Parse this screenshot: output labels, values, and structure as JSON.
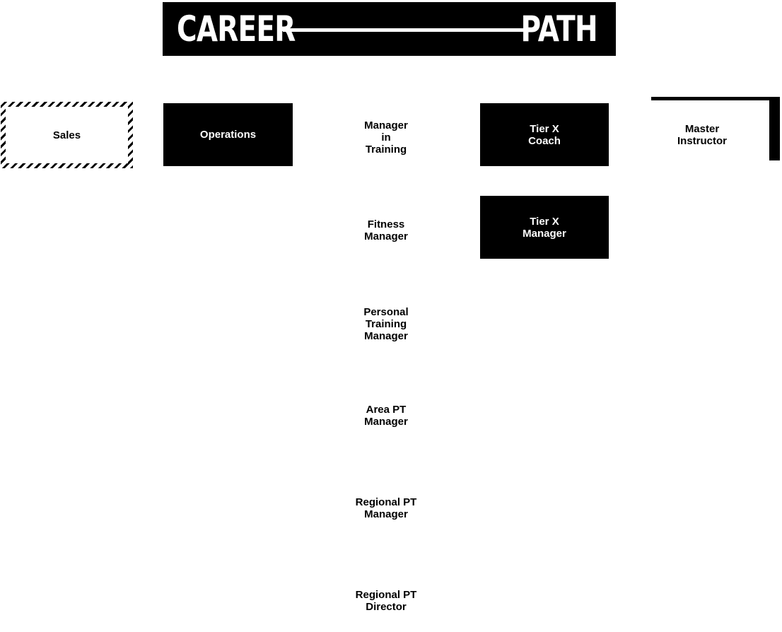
{
  "banner": {
    "left_word": "CAREER",
    "right_word": "PATH"
  },
  "nodes": {
    "sales": "Sales",
    "operations": "Operations",
    "manager_in_training": "Manager\nin\nTraining",
    "fitness_manager": "Fitness\nManager",
    "personal_training_manager": "Personal\nTraining\nManager",
    "area_pt_manager": "Area PT\nManager",
    "regional_pt_manager": "Regional PT\nManager",
    "regional_pt_director": "Regional PT\nDirector",
    "tier_x_coach": "Tier X\nCoach",
    "tier_x_manager": "Tier X\nManager",
    "master_instructor": "Master\nInstructor"
  },
  "colors": {
    "dark_fill": "#000000",
    "light_fill": "#ffffff",
    "text_on_dark": "#ffffff",
    "text_on_light": "#000000"
  }
}
